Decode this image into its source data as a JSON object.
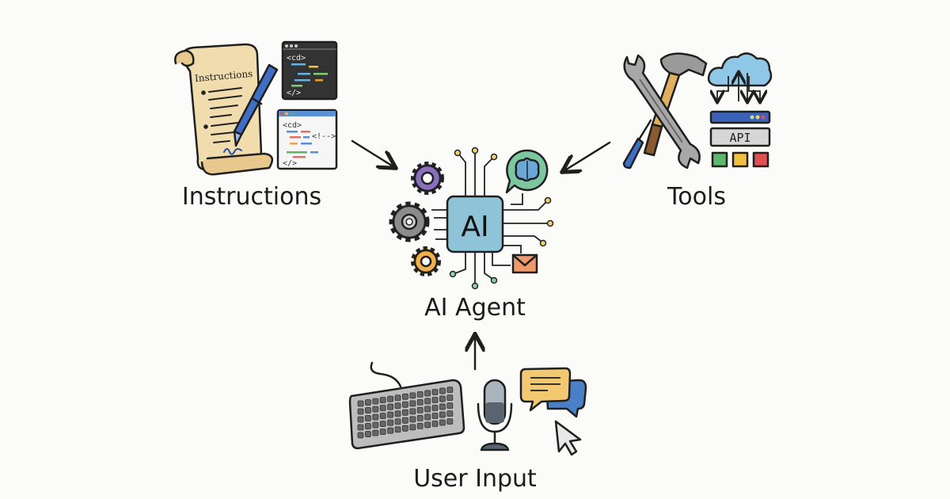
{
  "labels": {
    "instructions": "Instructions",
    "tools": "Tools",
    "agent": "AI Agent",
    "user_input": "User Input"
  },
  "instructions_group": {
    "scroll_title": "Instructions",
    "code_tag_open": "<cd>",
    "code_tag_close": "</>",
    "code_comment": "<!-->"
  },
  "tools_group": {
    "api_label": "API"
  },
  "agent_group": {
    "chip_label": "AI"
  },
  "colors": {
    "chip": "#8fc3d8",
    "gear_purple": "#8a6fbf",
    "gear_gray": "#8c8c8c",
    "gear_orange": "#f0b04a",
    "brain_bubble": "#7cc7a0",
    "envelope": "#f0996a",
    "cloud": "#8fc8e6",
    "api_bar": "#3a63b8",
    "scroll": "#f1dcae",
    "pen": "#3f6fc4"
  }
}
